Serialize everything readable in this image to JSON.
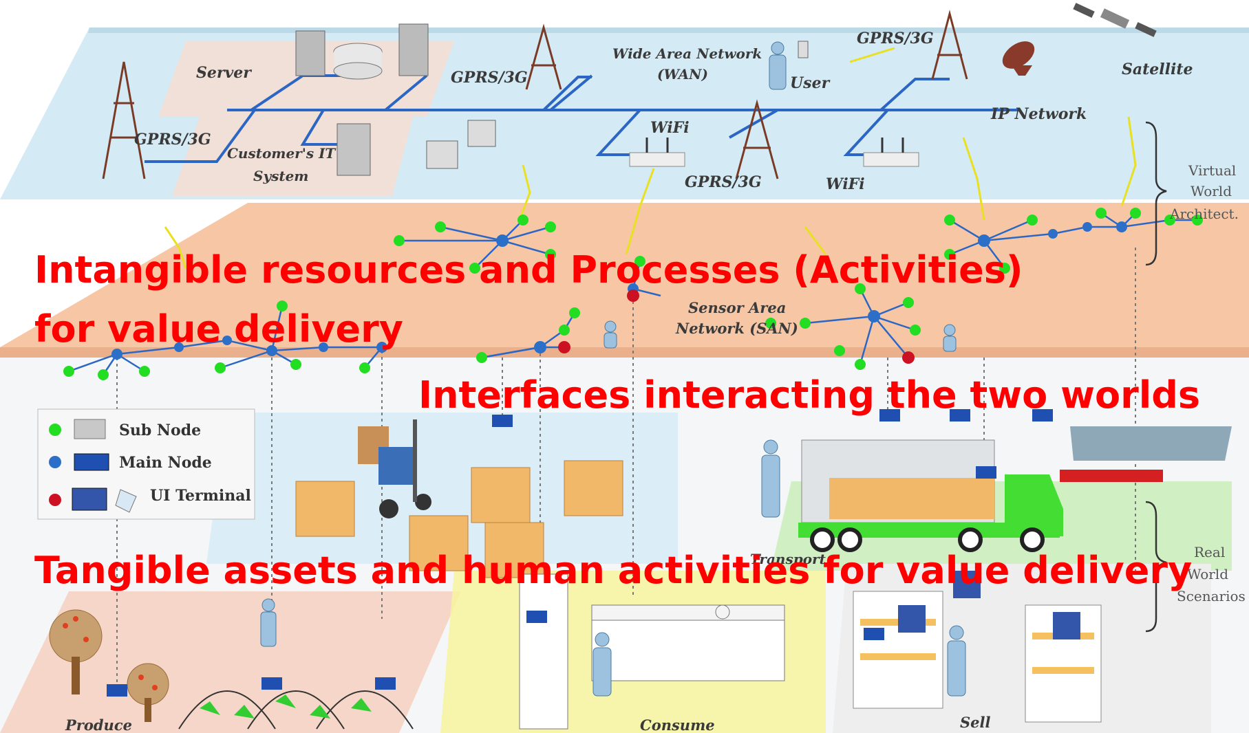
{
  "diagram": {
    "labels": {
      "server": "Server",
      "wan_line1": "Wide Area Network",
      "wan_line2": "(WAN)",
      "user": "User",
      "satellite": "Satellite",
      "gprs": "GPRS/3G",
      "ip_network": "IP Network",
      "wifi": "WiFi",
      "customer_it_line1": "Customer's IT",
      "customer_it_line2": "System",
      "san_line1": "Sensor Area",
      "san_line2": "Network (SAN)",
      "transport": "Transport",
      "produce": "Produce",
      "consume": "Consume",
      "sell": "Sell"
    },
    "side_labels": {
      "virtual": [
        "Virtual",
        "World",
        "Architect."
      ],
      "real": [
        "Real",
        "World",
        "Scenarios"
      ]
    },
    "legend": {
      "sub_node": "Sub Node",
      "main_node": "Main Node",
      "ui_terminal": "UI Terminal"
    },
    "colors": {
      "sub_node": "#22dd22",
      "main_node": "#2b6fc9",
      "ui_terminal": "#cc1122",
      "wan_plane": "#cfe8f3",
      "san_plane": "#f7c9a8",
      "overlay_text": "#ff0000"
    }
  },
  "overlays": {
    "intangible_line1": "Intangible resources and Processes (Activities)",
    "intangible_line2": "for value delivery",
    "interfaces": "Interfaces interacting the two worlds",
    "tangible": "Tangible assets and human activities for value delivery"
  }
}
